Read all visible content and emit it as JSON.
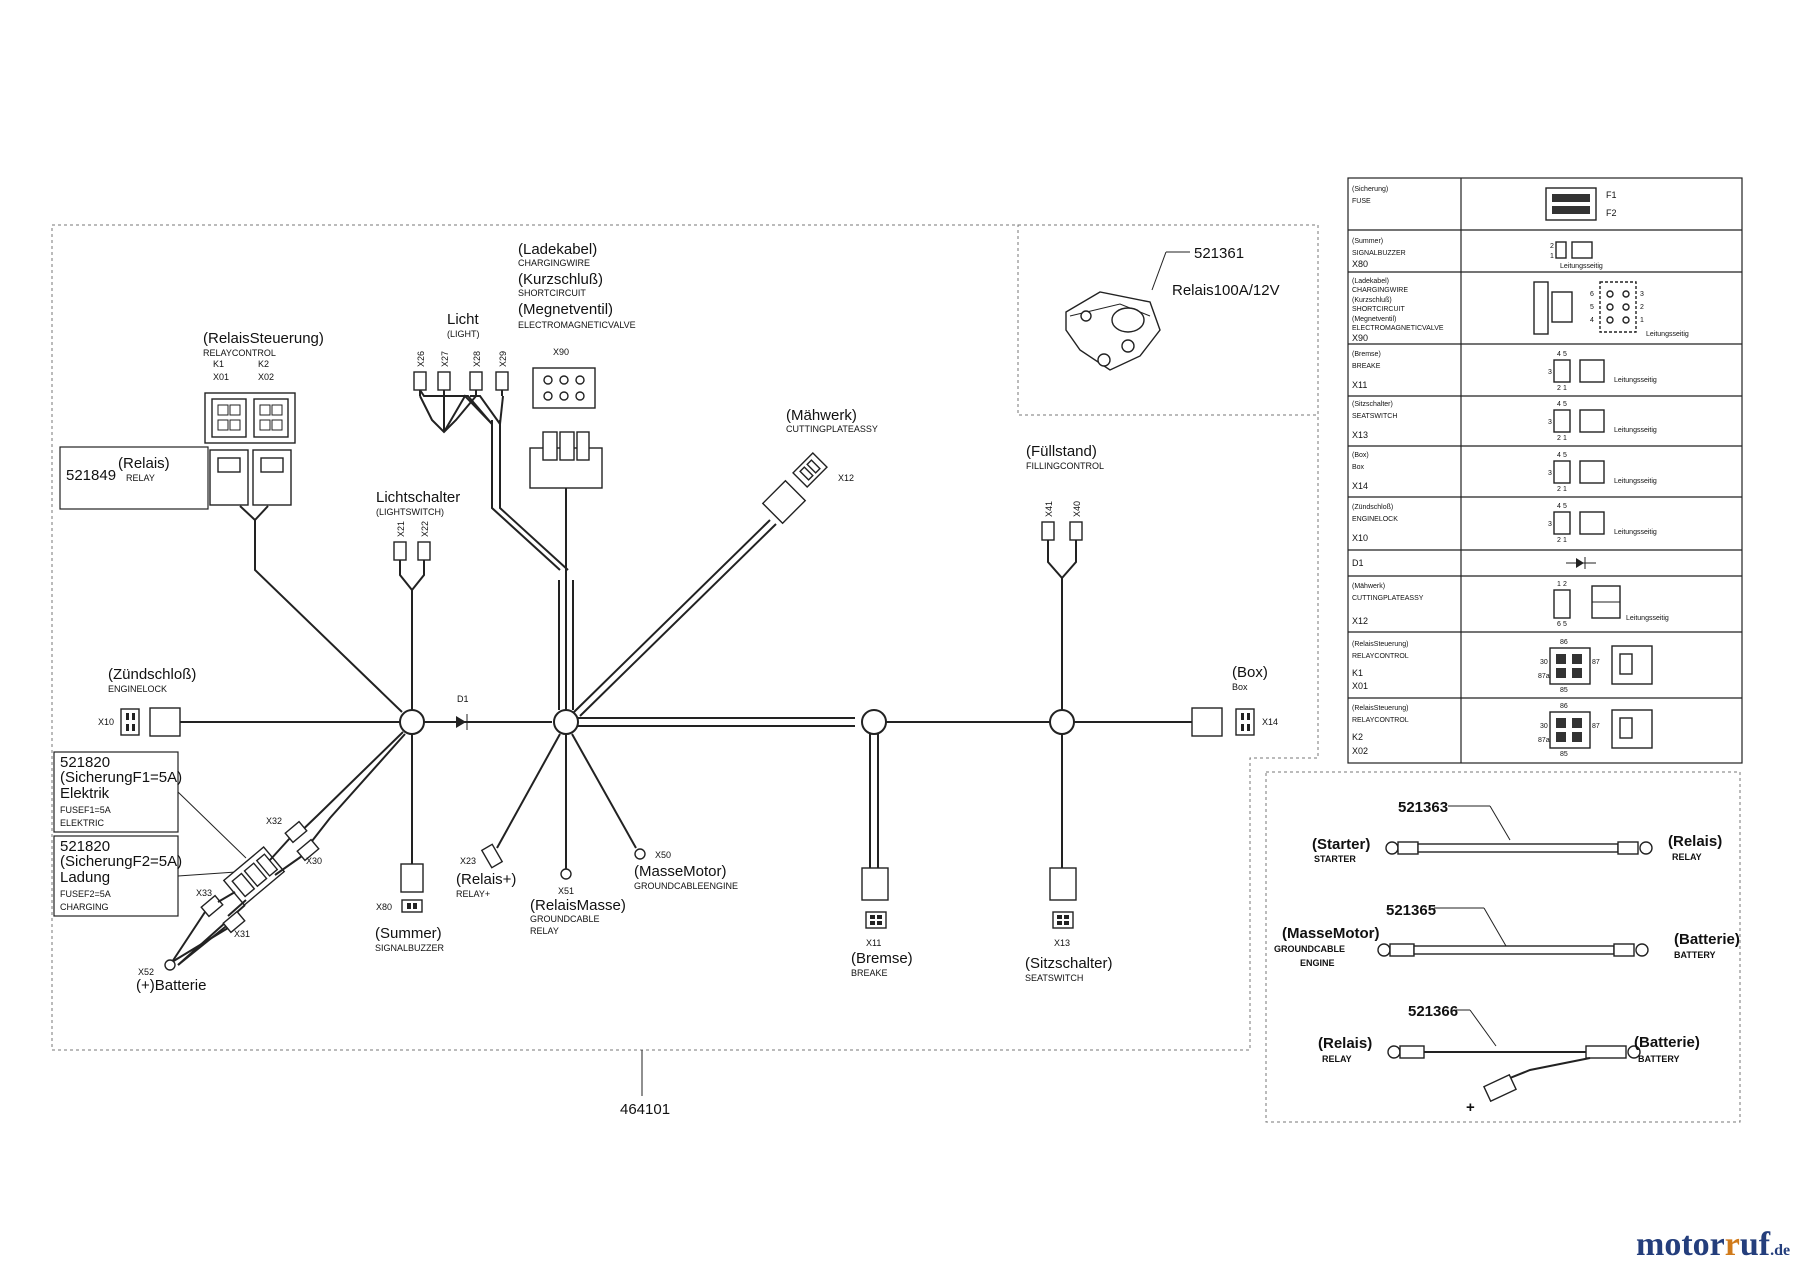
{
  "colors": {
    "line": "#222222",
    "brand_blue": "#243e7c",
    "brand_orange": "#d07a1a"
  },
  "harness": {
    "part_number": "464101",
    "relay_control": {
      "de": "(RelaisSteuerung)",
      "en": "RELAYCONTROL",
      "k1": "K1",
      "k2": "K2",
      "x01": "X01",
      "x02": "X02"
    },
    "relay_box": {
      "part": "521849",
      "de": "(Relais)",
      "en": "RELAY"
    },
    "light": {
      "de": "Licht",
      "en": "(LIGHT)",
      "connectors": [
        "X26",
        "X27",
        "X28",
        "X29"
      ]
    },
    "charging": {
      "de1": "(Ladekabel)",
      "en1": "CHARGINGWIRE",
      "de2": "(Kurzschluß)",
      "en2": "SHORTCIRCUIT",
      "de3": "(Megnetventil)",
      "en3": "ELECTROMAGNETICVALVE",
      "connector": "X90"
    },
    "lightswitch": {
      "de": "Lichtschalter",
      "en": "(LIGHTSWITCH)",
      "connectors": [
        "X21",
        "X22"
      ]
    },
    "cutting": {
      "de": "(Mähwerk)",
      "en": "CUTTINGPLATEASSY",
      "connector": "X12"
    },
    "filling": {
      "de": "(Füllstand)",
      "en": "FILLINGCONTROL",
      "connectors": [
        "X41",
        "X40"
      ]
    },
    "box": {
      "de": "(Box)",
      "en": "Box",
      "connector": "X14"
    },
    "enginelock": {
      "de": "(Zündschloß)",
      "en": "ENGINELOCK",
      "connector": "X10"
    },
    "diode": "D1",
    "fuse1": {
      "part": "521820",
      "de1": "(SicherungF1=5A)",
      "de2": "Elektrik",
      "en1": "FUSEF1=5A",
      "en2": "ELEKTRIC"
    },
    "fuse2": {
      "part": "521820",
      "de1": "(SicherungF2=5A)",
      "de2": "Ladung",
      "en1": "FUSEF2=5A",
      "en2": "CHARGING"
    },
    "fuse_connectors": [
      "X32",
      "X30",
      "X33",
      "X31"
    ],
    "battery": {
      "connector": "X52",
      "label": "(+)Batterie"
    },
    "buzzer": {
      "connector": "X80",
      "de": "(Summer)",
      "en": "SIGNALBUZZER"
    },
    "relay_plus": {
      "connector": "X23",
      "de": "(Relais+)",
      "en": "RELAY+"
    },
    "relay_ground": {
      "connector": "X51",
      "de": "(RelaisMasse)",
      "en1": "GROUNDCABLE",
      "en2": "RELAY"
    },
    "ground_motor": {
      "connector": "X50",
      "de": "(MasseMotor)",
      "en": "GROUNDCABLEENGINE"
    },
    "brake": {
      "connector": "X11",
      "de": "(Bremse)",
      "en": "BREAKE"
    },
    "seatswitch": {
      "connector": "X13",
      "de": "(Sitzschalter)",
      "en": "SEATSWITCH"
    }
  },
  "relay_part": {
    "part": "521361",
    "label": "Relais100A/12V"
  },
  "legend": {
    "rows": [
      {
        "de": "(Sicherung)",
        "en": "FUSE",
        "code": "",
        "pins": [
          "F1",
          "F2"
        ]
      },
      {
        "de": "(Summer)",
        "en": "SIGNALBUZZER",
        "code": "X80",
        "pins": [
          "2",
          "1"
        ]
      },
      {
        "de": "(Ladekabel)",
        "en": "CHARGINGWIRE",
        "de2": "(Kurzschluß)",
        "en2": "SHORTCIRCUIT",
        "de3": "(Megnetventil)",
        "en3": "ELECTROMAGNETICVALVE",
        "code": "X90",
        "pins": [
          "6",
          "5",
          "4",
          "3",
          "2",
          "1"
        ]
      },
      {
        "de": "(Bremse)",
        "en": "BREAKE",
        "code": "X11",
        "pins": [
          "4",
          "5",
          "3",
          "2",
          "1"
        ]
      },
      {
        "de": "(Sitzschalter)",
        "en": "SEATSWITCH",
        "code": "X13",
        "pins": [
          "4",
          "5",
          "3",
          "2",
          "1"
        ]
      },
      {
        "de": "(Box)",
        "en": "Box",
        "code": "X14",
        "pins": [
          "4",
          "5",
          "3",
          "2",
          "1"
        ]
      },
      {
        "de": "(Zündschloß)",
        "en": "ENGINELOCK",
        "code": "X10",
        "pins": [
          "4",
          "5",
          "3",
          "2",
          "1"
        ]
      },
      {
        "de": "",
        "en": "",
        "code": "D1",
        "pins": []
      },
      {
        "de": "(Mähwerk)",
        "en": "CUTTINGPLATEASSY",
        "code": "X12",
        "pins": [
          "1",
          "2",
          "6",
          "5"
        ]
      },
      {
        "de": "(RelaisSteuerung)",
        "en": "RELAYCONTROL",
        "code": "K1",
        "code2": "X01",
        "pins": [
          "86",
          "30",
          "87",
          "87a",
          "85"
        ]
      },
      {
        "de": "(RelaisSteuerung)",
        "en": "RELAYCONTROL",
        "code": "K2",
        "code2": "X02",
        "pins": [
          "86",
          "30",
          "87",
          "87a",
          "85"
        ]
      }
    ],
    "view_note": "Leitungsseitig"
  },
  "cables": [
    {
      "part": "521363",
      "left_de": "(Starter)",
      "left_en": "STARTER",
      "right_de": "(Relais)",
      "right_en": "RELAY"
    },
    {
      "part": "521365",
      "left_de": "(MasseMotor)",
      "left_en": "GROUNDCABLE",
      "left_en2": "ENGINE",
      "right_de": "(Batterie)",
      "right_en": "BATTERY"
    },
    {
      "part": "521366",
      "left_de": "(Relais)",
      "left_en": "RELAY",
      "right_de": "(Batterie)",
      "right_en": "BATTERY",
      "plus": "+"
    }
  ],
  "brand": {
    "name_a": "motor",
    "name_b": "u",
    "name_c": "f",
    "accent": "r",
    "tld": ".de"
  }
}
